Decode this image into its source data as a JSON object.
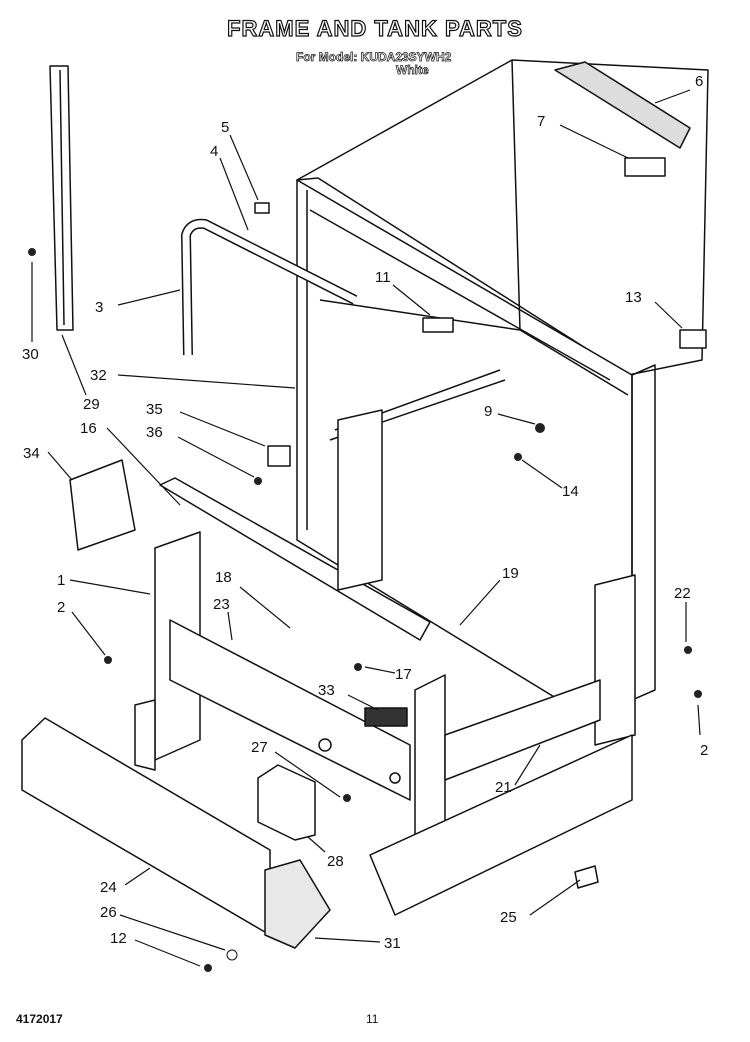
{
  "header": {
    "title": "FRAME AND TANK PARTS",
    "model_line": "For Model: KUDA23SYWH2",
    "color_line": "White"
  },
  "callouts": [
    "1",
    "2",
    "2",
    "3",
    "4",
    "5",
    "6",
    "7",
    "9",
    "11",
    "12",
    "13",
    "14",
    "16",
    "17",
    "18",
    "19",
    "21",
    "22",
    "23",
    "24",
    "25",
    "26",
    "27",
    "28",
    "29",
    "30",
    "31",
    "32",
    "33",
    "34",
    "35",
    "36"
  ],
  "footer": {
    "doc_number": "4172017",
    "page_number": "11"
  }
}
